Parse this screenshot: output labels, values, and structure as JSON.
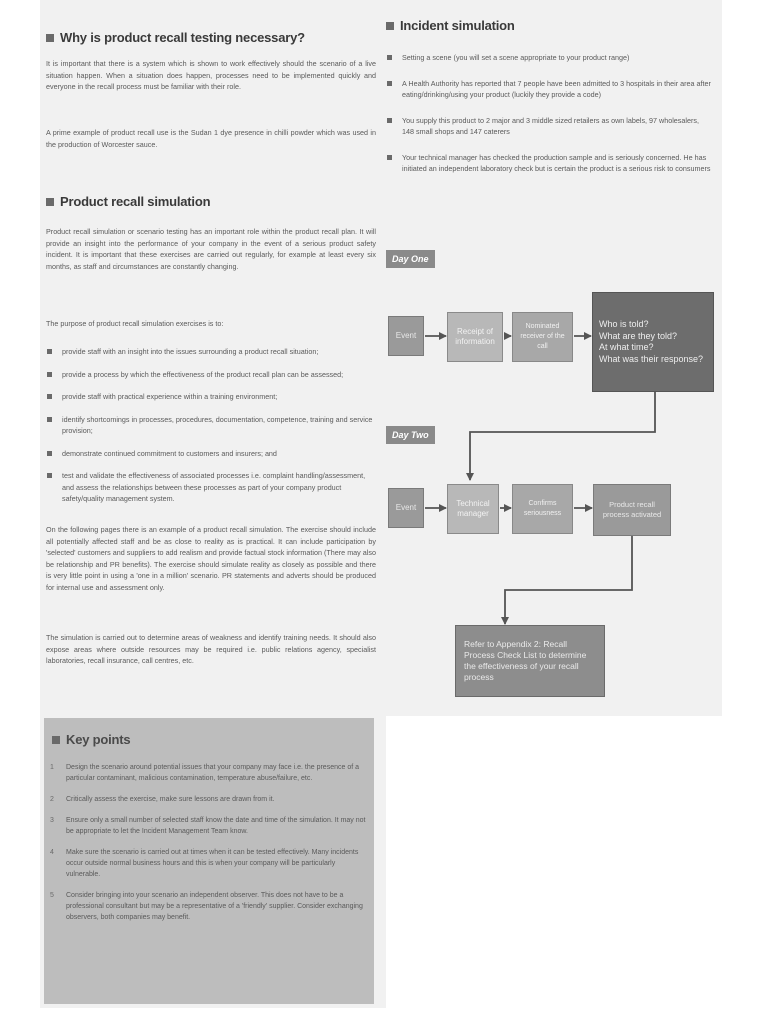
{
  "left_column": {
    "why_heading": "Why is product recall testing necessary?",
    "why_paragraphs": [
      "It is important that there is a system which is shown to work effectively should the scenario of a live situation happen. When a situation does happen, processes need to be implemented quickly and everyone in the recall process must be familiar with their role.",
      "A prime example of product recall use is the Sudan 1 dye presence in chilli powder which was used in the production of Worcester sauce."
    ],
    "simulation_heading": "Product recall simulation",
    "simulation_intro": "Product recall simulation or scenario testing has an important role within the product recall plan. It will provide an insight into the performance of your company in the event of a serious product safety incident. It is important that these exercises are carried out regularly, for example at least every six months, as staff and circumstances are constantly changing.",
    "purpose_line": "The purpose of product recall simulation exercises is to:",
    "purpose_bullets": [
      "provide staff with an insight into the issues surrounding a product recall situation;",
      "provide a process by which the effectiveness of the product recall plan can be assessed;",
      "provide staff with practical experience within a training environment;",
      "identify shortcomings in processes, procedures, documentation, competence, training and service provision;",
      "demonstrate continued commitment to customers and insurers; and",
      "test and validate the effectiveness of associated processes i.e. complaint handling/assessment, and assess the relationships between these processes as part of your company product safety/quality management system."
    ],
    "after_paragraphs": [
      "On the following pages there is an example of a product recall simulation. The exercise should include all potentially affected staff and be as close to reality as is practical. It can include participation by 'selected' customers and suppliers to add realism and provide factual stock information (There may also be relationship and PR benefits). The exercise should simulate reality as closely as possible and there is very little point in using a 'one in a million' scenario. PR statements and adverts should be produced for internal use and assessment only.",
      "The simulation is carried out to determine areas of weakness and identify training needs. It should also expose areas where outside resources may be required i.e. public relations agency, specialist laboratories, recall insurance, call centres, etc."
    ]
  },
  "key_points": {
    "heading": "Key points",
    "items": [
      {
        "num": "1",
        "text": "Design the scenario around potential issues that your company may face i.e. the presence of a particular contaminant, malicious contamination, temperature abuse/failure, etc."
      },
      {
        "num": "2",
        "text": "Critically assess the exercise, make sure lessons are drawn from it."
      },
      {
        "num": "3",
        "text": "Ensure only a small number of selected staff know the date and time of the simulation. It may not be appropriate to let the Incident Management Team know."
      },
      {
        "num": "4",
        "text": "Make sure the scenario is carried out at times when it can be tested effectively. Many incidents occur outside normal business hours and this is when your company will be particularly vulnerable."
      },
      {
        "num": "5",
        "text": "Consider bringing into your scenario an independent observer. This does not have to be a professional consultant but may be a representative of a 'friendly' supplier. Consider exchanging observers, both companies may benefit."
      }
    ]
  },
  "right_column": {
    "incident_heading": "Incident simulation",
    "incident_bullets": [
      "Setting a scene (you will set a scene appropriate to your product range)",
      "A Health Authority has reported that 7 people have been admitted to 3 hospitals in their area after eating/drinking/using your product (luckily they provide a code)",
      "You supply this product to 2 major and 3 middle sized retailers as own labels, 97 wholesalers, 148 small shops and 147 caterers",
      "Your technical manager has checked the production sample and is seriously concerned. He has initiated an independent laboratory check but is certain the product is a serious risk to consumers"
    ],
    "flow": {
      "day_one": "Day One",
      "day_two": "Day Two",
      "d1_start": "Event",
      "d1_receipt": "Receipt of information",
      "d1_nominated": "Nominated receiver of the call",
      "d1_questions": [
        "Who is told?",
        "What are they told?",
        "At what time?",
        "What was their response?"
      ],
      "d2_start": "Event",
      "d2_technical": "Technical manager",
      "d2_confirms": "Confirms seriousness",
      "d2_activated": "Product recall process activated",
      "result": "Refer to Appendix 2: Recall Process Check List to determine the effectiveness of your recall process"
    }
  }
}
